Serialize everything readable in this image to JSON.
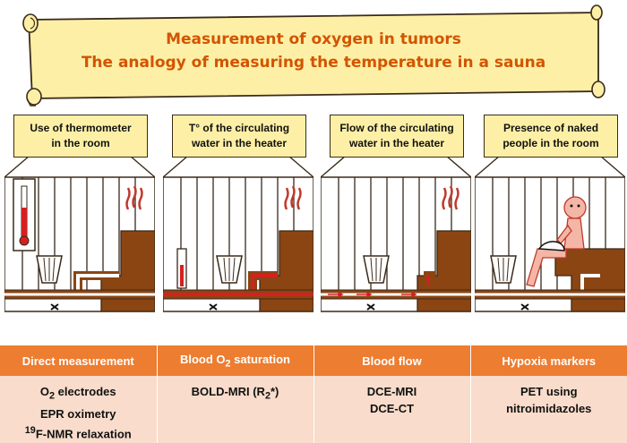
{
  "banner": {
    "title_line1": "Measurement of oxygen in tumors",
    "title_line2": "The analogy of measuring the temperature in a sauna"
  },
  "panels": [
    {
      "label_line1": "Use of thermometer",
      "label_line2": "in the room"
    },
    {
      "label_line1": "T° of the circulating",
      "label_line2": "water in the heater"
    },
    {
      "label_line1": "Flow of the circulating",
      "label_line2": "water in the heater"
    },
    {
      "label_line1": "Presence of naked",
      "label_line2": "people in the room"
    }
  ],
  "table": {
    "headers": {
      "c1": "Direct measurement",
      "c2_pre": "Blood O",
      "c2_sub": "2",
      "c2_post": " saturation",
      "c3": "Blood flow",
      "c4": "Hypoxia markers"
    },
    "col1": {
      "l1_pre": "O",
      "l1_sub": "2",
      "l1_post": " electrodes",
      "l2": "EPR oximetry",
      "l3_sup": "19",
      "l3_post": "F-NMR relaxation"
    },
    "col2": {
      "pre": "BOLD-MRI (R",
      "sub": "2",
      "post": "*)"
    },
    "col3": {
      "l1": "DCE-MRI",
      "l2": "DCE-CT"
    },
    "col4": {
      "l1": "PET using",
      "l2": "nitroimidazoles"
    }
  },
  "colors": {
    "banner_fill": "#fdf0a6",
    "banner_text": "#d35400",
    "header_bg": "#ed7d31",
    "cell_bg": "#f9dccb",
    "wood": "#8b4513",
    "hot_water": "#d62020"
  }
}
